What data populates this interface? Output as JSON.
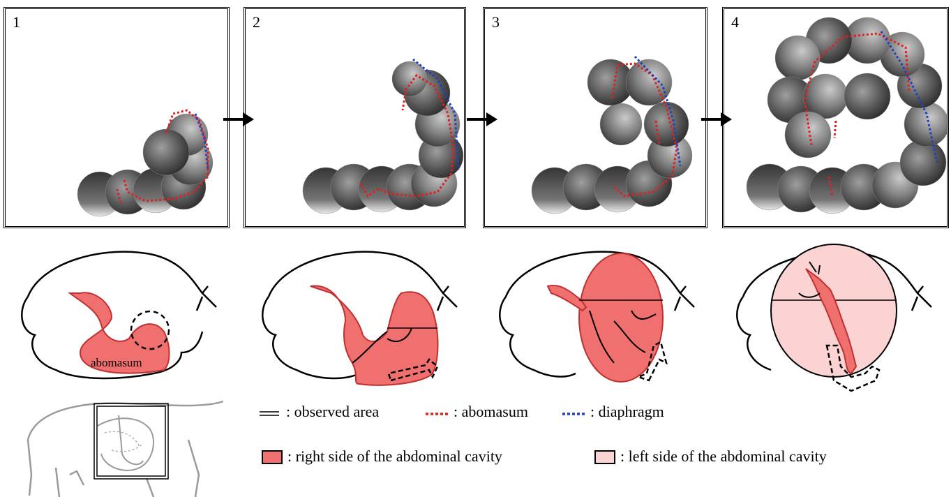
{
  "panels": [
    {
      "number": "1"
    },
    {
      "number": "2"
    },
    {
      "number": "3"
    },
    {
      "number": "4"
    }
  ],
  "diagram_labels": {
    "abomasum": "abomasum"
  },
  "legend": {
    "observed_area": ": observed area",
    "abomasum": ": abomasum",
    "diaphragm": ": diaphragm",
    "right_side": ": right side of the abdominal cavity",
    "left_side": ": left side of the abdominal cavity"
  },
  "colors": {
    "abomasum_line": "#e02020",
    "diaphragm_line": "#2040c0",
    "right_side_fill": "#f07070",
    "left_side_fill": "#fbd3d3"
  }
}
